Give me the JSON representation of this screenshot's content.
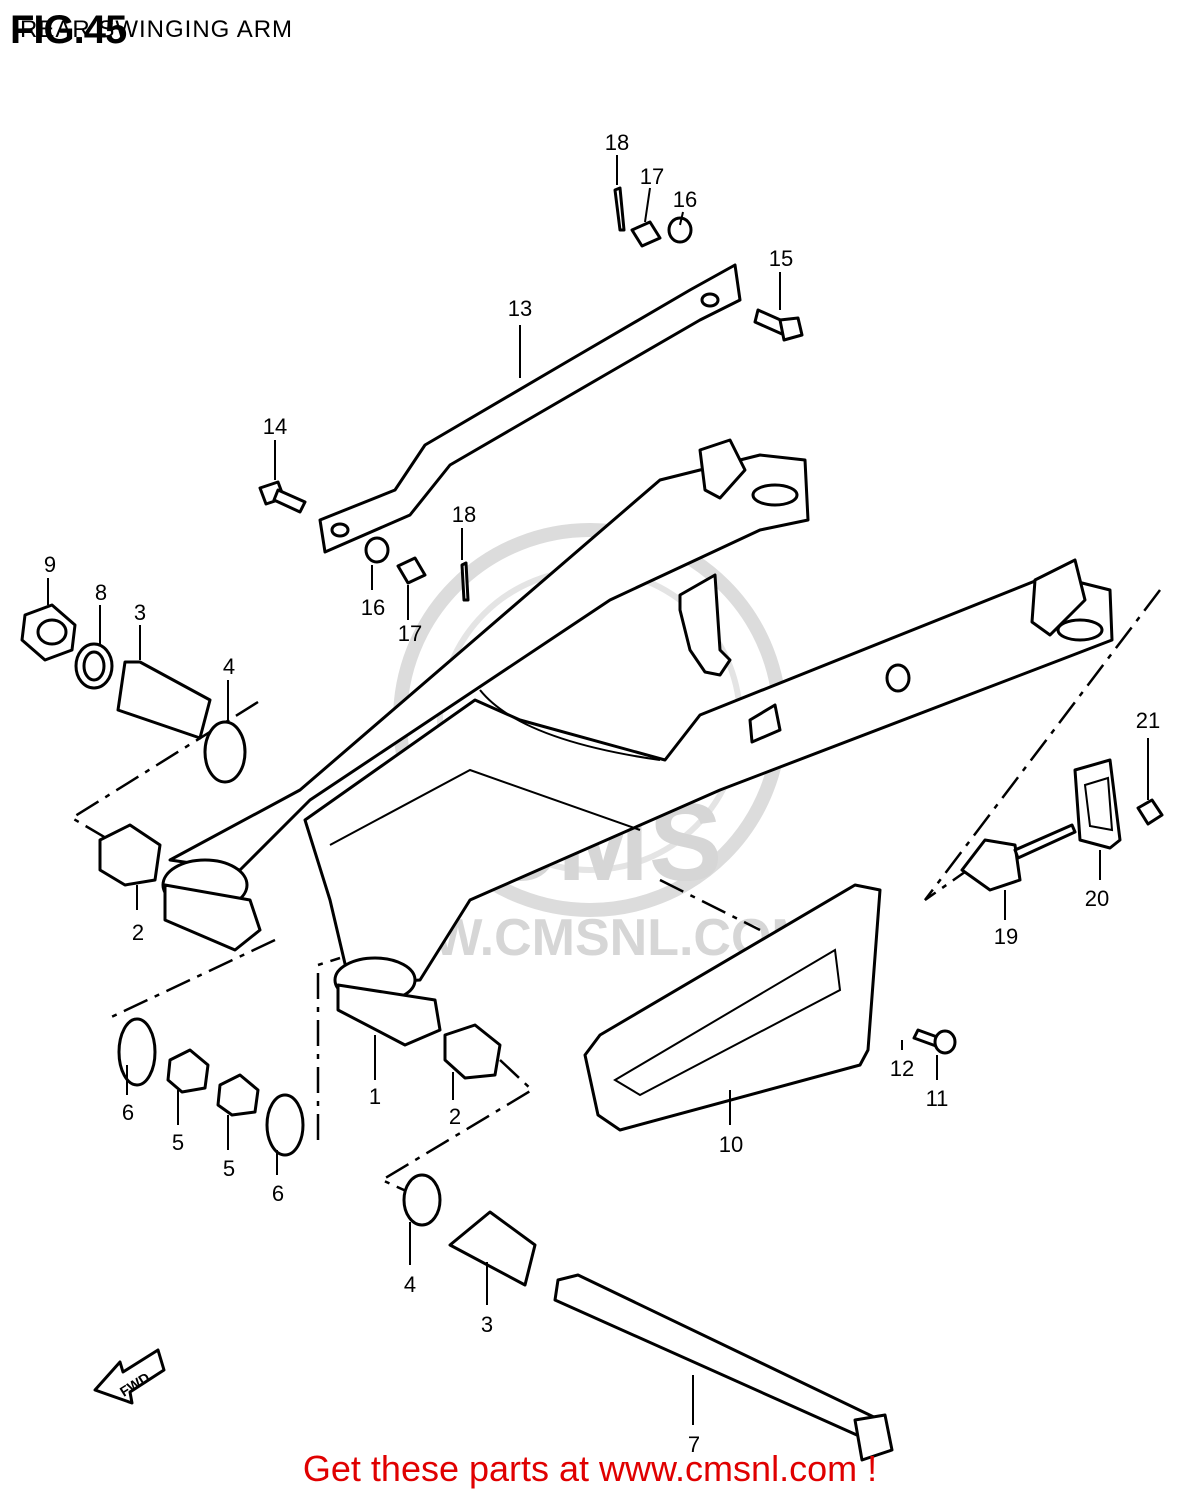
{
  "header": {
    "fig_label": "FIG.45",
    "title": "REAR SWINGING ARM"
  },
  "watermark": {
    "logo_text": "CMS",
    "url_text": "WWW.CMSNL.COM"
  },
  "fwd_label": "FWD",
  "callouts": [
    {
      "id": "c18a",
      "text": "18"
    },
    {
      "id": "c17a",
      "text": "17"
    },
    {
      "id": "c16a",
      "text": "16"
    },
    {
      "id": "c15",
      "text": "15"
    },
    {
      "id": "c13",
      "text": "13"
    },
    {
      "id": "c14",
      "text": "14"
    },
    {
      "id": "c18b",
      "text": "18"
    },
    {
      "id": "c16b",
      "text": "16"
    },
    {
      "id": "c17b",
      "text": "17"
    },
    {
      "id": "c9",
      "text": "9"
    },
    {
      "id": "c8",
      "text": "8"
    },
    {
      "id": "c3a",
      "text": "3"
    },
    {
      "id": "c4a",
      "text": "4"
    },
    {
      "id": "c2a",
      "text": "2"
    },
    {
      "id": "c21",
      "text": "21"
    },
    {
      "id": "c20",
      "text": "20"
    },
    {
      "id": "c19",
      "text": "19"
    },
    {
      "id": "c12",
      "text": "12"
    },
    {
      "id": "c11",
      "text": "11"
    },
    {
      "id": "c10",
      "text": "10"
    },
    {
      "id": "c1",
      "text": "1"
    },
    {
      "id": "c2b",
      "text": "2"
    },
    {
      "id": "c6a",
      "text": "6"
    },
    {
      "id": "c5a",
      "text": "5"
    },
    {
      "id": "c5b",
      "text": "5"
    },
    {
      "id": "c6b",
      "text": "6"
    },
    {
      "id": "c4b",
      "text": "4"
    },
    {
      "id": "c3b",
      "text": "3"
    },
    {
      "id": "c7",
      "text": "7"
    }
  ],
  "footer": {
    "text": "Get these parts at www.cmsnl.com !",
    "color": "#e00000"
  }
}
